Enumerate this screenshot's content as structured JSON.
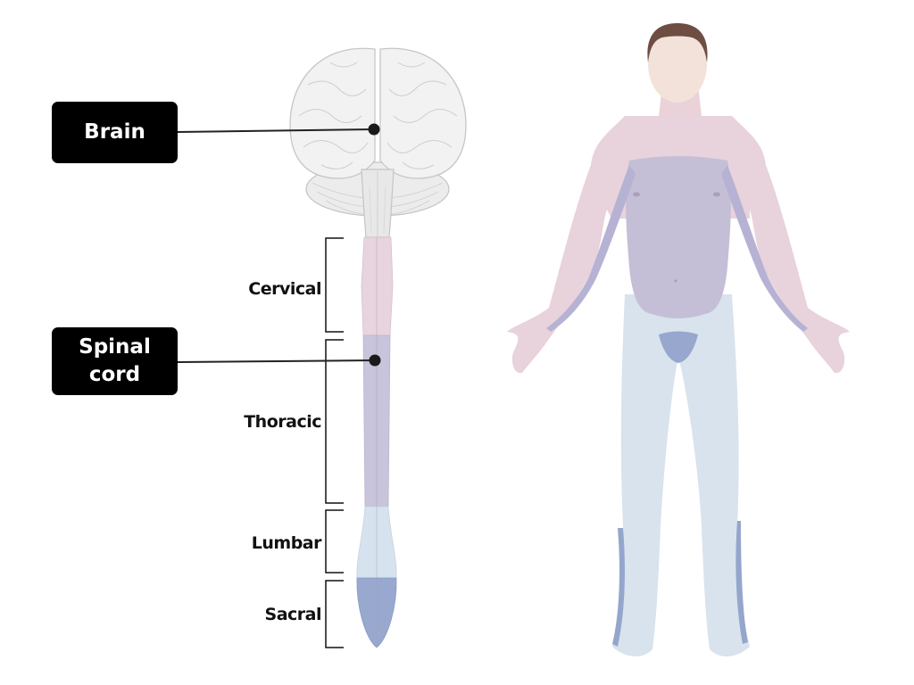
{
  "labels": {
    "brain": "Brain",
    "spinal_cord": "Spinal cord"
  },
  "regions": [
    {
      "name": "Cervical",
      "color": "#e8d4de"
    },
    {
      "name": "Thoracic",
      "color": "#c7c4db"
    },
    {
      "name": "Lumbar",
      "color": "#d6e3ef"
    },
    {
      "name": "Sacral",
      "color": "#98a8cf"
    }
  ],
  "colors": {
    "label_bg": "#000000",
    "label_text": "#ffffff",
    "brain_fill": "#f1f1f1",
    "brain_line": "#c8c8c8",
    "hair": "#6e4d43",
    "skin": "#f3e2da"
  }
}
